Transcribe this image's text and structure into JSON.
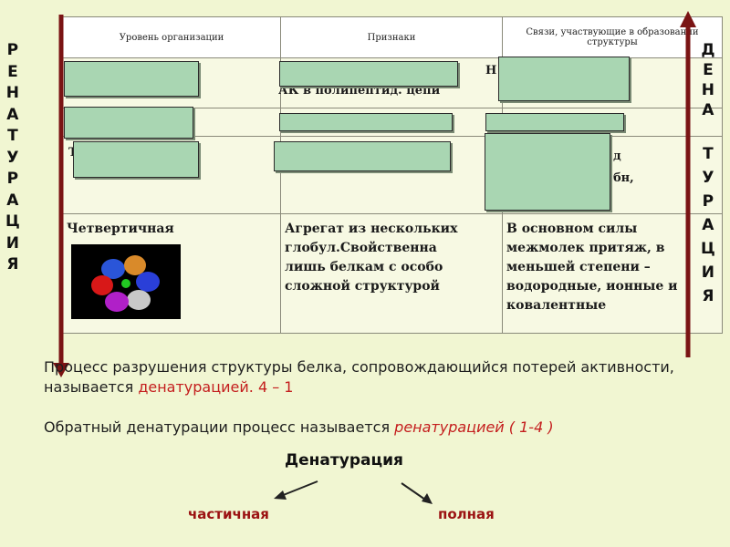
{
  "table": {
    "headers": [
      "Уровень организации",
      "Признаки",
      "Связи, участвующие в образовании структуры"
    ],
    "row3_partial": "Т",
    "row1_col2_partial": "АК в полипептид. цепи",
    "row1_col3_partial": "Н",
    "row3_col3_partial": "д\nбн,",
    "row4": {
      "level": "Четвертичная",
      "features": "Агрегат из нескольких\n глобул.Свойственна\n лишь белкам с особо\nсложной структурой",
      "bonds": "В основном силы\nмежмолек притяж, в\nменьшей степени –\nводородные, ионные и\nковалентные"
    }
  },
  "left_column": [
    "Р",
    "Е",
    "Н",
    "А",
    "Т",
    "У",
    "Р",
    "А",
    "Ц",
    "И",
    "Я"
  ],
  "right_column": [
    "Д",
    "Е",
    "Н",
    "А",
    "Т",
    "У",
    "Р",
    "А",
    "Ц",
    "И",
    "Я"
  ],
  "paragraph1": {
    "text": "Процесс разрушения  структуры белка, сопровождающийся потерей активности, называется ",
    "highlight": "денатурацией. 4 – 1"
  },
  "paragraph2": {
    "text": "Обратный денатурации процесс называется ",
    "highlight": "ренатурацией ( 1-4 )"
  },
  "heading": "Денатурация",
  "branches": {
    "left": "частичная",
    "right": "полная"
  },
  "colors": {
    "background": "#f1f6d2",
    "cover_box": "#a9d6b2",
    "arrow": "#7a1414",
    "highlight": "#c41e1e"
  }
}
